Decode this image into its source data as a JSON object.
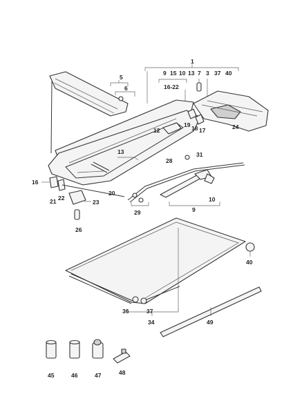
{
  "labels": {
    "l1": "1",
    "l9a": "9",
    "l15": "15",
    "l10a": "10",
    "l13a": "13",
    "l7": "7",
    "l3": "3",
    "l37a": "37",
    "l40a": "40",
    "l1622": "16-22",
    "l5": "5",
    "l6": "6",
    "l12": "12",
    "l19": "19",
    "l18": "18",
    "l17": "17",
    "l24": "24",
    "l13b": "13",
    "l31": "31",
    "l28": "28",
    "l16": "16",
    "l21": "21",
    "l22": "22",
    "l20": "20",
    "l23": "23",
    "l29": "29",
    "l10b": "10",
    "l9b": "9",
    "l26": "26",
    "l40b": "40",
    "l36": "36",
    "l37b": "37",
    "l34": "34",
    "l49": "49",
    "l45": "45",
    "l46": "46",
    "l47": "47",
    "l48": "48"
  }
}
